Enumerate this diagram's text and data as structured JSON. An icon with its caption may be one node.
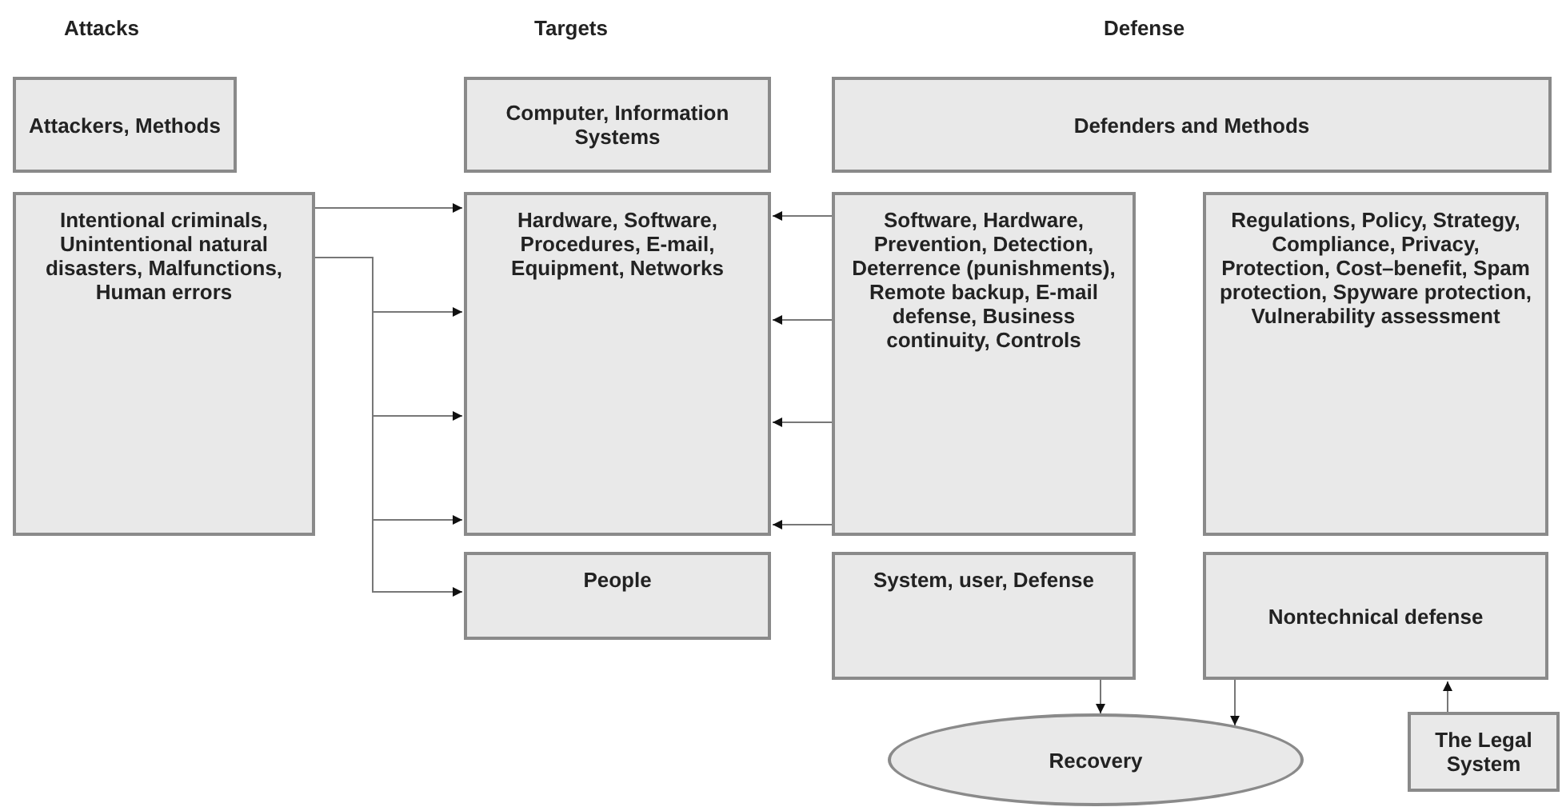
{
  "diagram": {
    "nodes": [
      {
        "text": [
          "Attackers, Methods"
        ]
      },
      {
        "text": [
          "Computer, Information Systems"
        ]
      },
      {
        "text": [
          "Defenders and Methods"
        ]
      },
      {
        "text": [
          "Intentional criminals, Unintentional natural disasters, Malfunctions, Human errors"
        ]
      },
      {
        "text": [
          "Hardware, Software, Procedures, E-mail, Equipment, Networks"
        ]
      },
      {
        "text": [
          "People"
        ]
      },
      {
        "text": [
          "Software, Hardware, Prevention, Detection, Deterrence (punishments), Remote backup, E-mail defense, Business continuity, Controls"
        ]
      },
      {
        "text": [
          "Regulations, Policy, Strategy, Compliance, Privacy, Protection, Cost–benefit, Spam protection, Spyware protection, Vulnerability assessment"
        ]
      },
      {
        "text": [
          "System, user, Defense"
        ]
      },
      {
        "text": [
          "Nontechnical defense"
        ]
      },
      {
        "text": [
          "Recovery"
        ]
      },
      {
        "text": [
          "The Legal System"
        ]
      }
    ],
    "edges": [
      {
        "from": 3,
        "to": 4,
        "arrow": "to"
      },
      {
        "from": 3,
        "to": 4,
        "arrow": "to"
      },
      {
        "from": 3,
        "to": 4,
        "arrow": "to"
      },
      {
        "from": 3,
        "to": 4,
        "arrow": "to"
      },
      {
        "from": 3,
        "to": 5,
        "arrow": "to"
      },
      {
        "from": 6,
        "to": 4,
        "arrow": "to"
      },
      {
        "from": 6,
        "to": 4,
        "arrow": "to"
      },
      {
        "from": 6,
        "to": 4,
        "arrow": "to"
      },
      {
        "from": 6,
        "to": 4,
        "arrow": "to"
      },
      {
        "from": 8,
        "to": 10,
        "arrow": "to"
      },
      {
        "from": 9,
        "to": 10,
        "arrow": "to"
      },
      {
        "from": 11,
        "to": 9,
        "arrow": "to"
      }
    ],
    "labels": [
      "Attacks",
      "Targets",
      "Defense"
    ]
  }
}
